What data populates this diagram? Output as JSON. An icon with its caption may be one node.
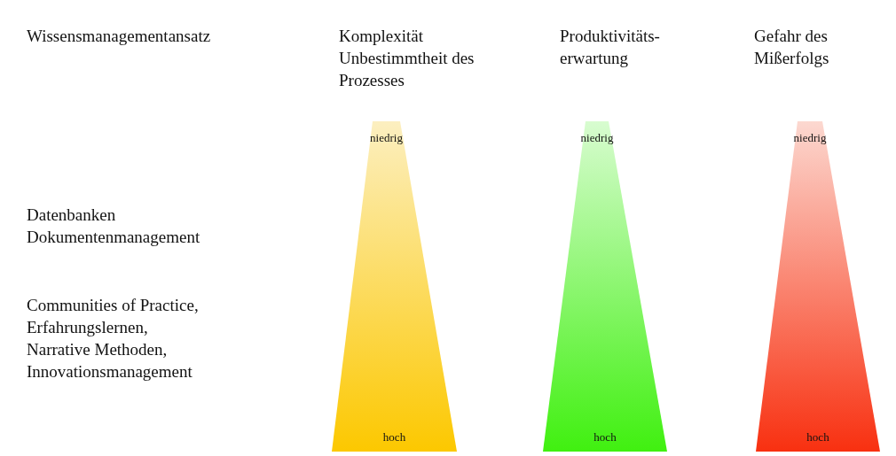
{
  "diagram": {
    "nodes": [
      {
        "text": [
          "niedrig",
          "hoch"
        ]
      },
      {
        "text": [
          "niedrig",
          "hoch"
        ]
      },
      {
        "text": [
          "niedrig",
          "hoch"
        ]
      }
    ],
    "labels": [
      "Wissensmanagementansatz",
      "Komplexität Unbestimmtheit des Prozesses",
      "Produktivitäts- erwartung",
      "Gefahr des Mißerfolgs",
      "Datenbanken Dokumentenmanagement",
      "Communities of Practice, Erfahrungslernen, Narrative Methoden, Innovationsmanagement"
    ]
  }
}
